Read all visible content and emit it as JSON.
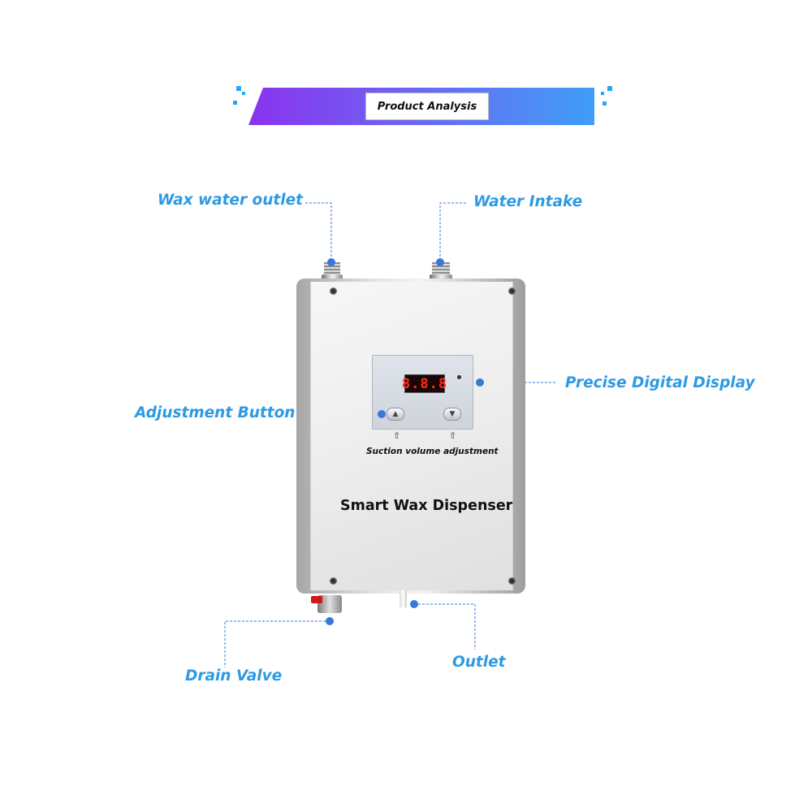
{
  "header": {
    "title": "Product Analysis"
  },
  "callouts": {
    "wax_water_outlet": "Wax water outlet",
    "water_intake": "Water Intake",
    "precise_digital_display": "Precise Digital Display",
    "adjustment_button": "Adjustment Button",
    "drain_valve": "Drain Valve",
    "outlet": "Outlet"
  },
  "device": {
    "display_value": "8.8.8",
    "adjustment_note": "Suction volume adjustment",
    "product_name": "Smart Wax Dispenser"
  },
  "colors": {
    "callout_text": "#2d9ae3",
    "leader_line": "#3878d8",
    "banner_start": "#8a33ee",
    "banner_end": "#3f9ef7",
    "display_digits": "#ff2a1a"
  },
  "icons": {
    "up_button": "triangle-up-icon",
    "down_button": "triangle-down-icon",
    "pointer": "arrow-up-icon"
  }
}
